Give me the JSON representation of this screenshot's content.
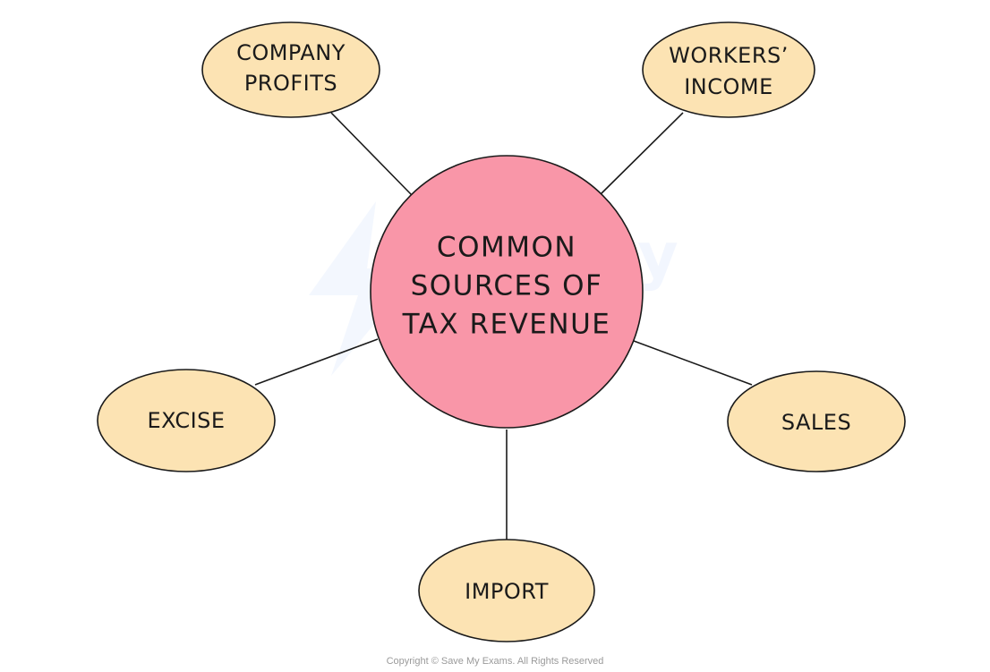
{
  "center": {
    "lines": [
      "COMMON",
      "SOURCES OF",
      "TAX REVENUE"
    ],
    "color": "#f996a8"
  },
  "leaves": [
    {
      "id": "company-profits",
      "lines": [
        "COMPANY",
        "PROFITS"
      ]
    },
    {
      "id": "workers-income",
      "lines": [
        "WORKERS’",
        "INCOME"
      ]
    },
    {
      "id": "excise",
      "lines": [
        "EXCISE"
      ]
    },
    {
      "id": "sales",
      "lines": [
        "SALES"
      ]
    },
    {
      "id": "import",
      "lines": [
        "IMPORT"
      ]
    }
  ],
  "leaf_color": "#fce3b3",
  "stroke_color": "#1a1a1a",
  "copyright": "Copyright © Save My Exams. All Rights Reserved"
}
